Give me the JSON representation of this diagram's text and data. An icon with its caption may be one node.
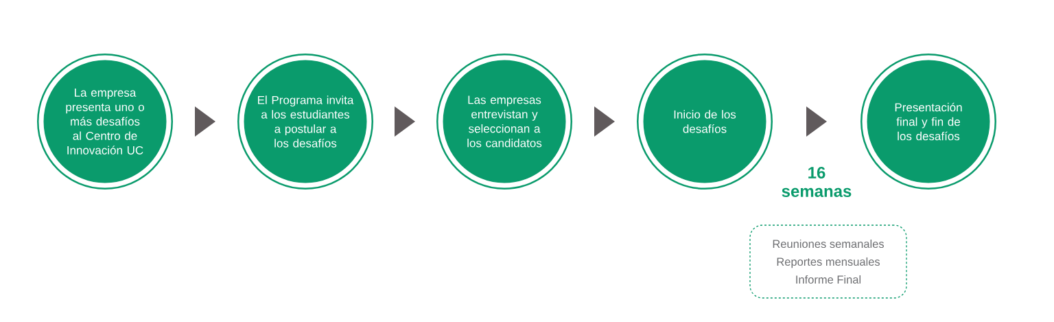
{
  "diagram": {
    "nodes": [
      {
        "text": [
          "La empresa presenta uno o más desafíos al Centro de Innovación UC"
        ]
      },
      {
        "text": [
          "El Programa invita a los estudiantes a postular a los desafíos"
        ]
      },
      {
        "text": [
          "Las empresas entrevistan y seleccionan a los candidatos"
        ]
      },
      {
        "text": [
          "Inicio de los desafíos"
        ]
      },
      {
        "text": [
          "Presentación final y fin de los desafíos"
        ]
      },
      {
        "text": [
          "Reuniones semanales",
          "Reportes mensuales",
          "Informe Final"
        ]
      }
    ],
    "edges": [
      {
        "from": 0,
        "to": 1,
        "arrow": "to"
      },
      {
        "from": 1,
        "to": 2,
        "arrow": "to"
      },
      {
        "from": 2,
        "to": 3,
        "arrow": "to"
      },
      {
        "from": 3,
        "to": 4,
        "arrow": "to",
        "label": "16 semanas"
      }
    ]
  }
}
